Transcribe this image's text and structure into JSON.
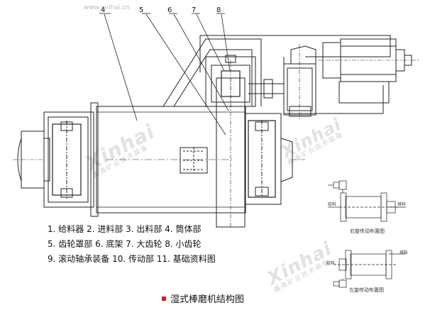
{
  "watermark": {
    "site_text": "www.xinhai.cn",
    "brand": "Xinhai",
    "brand_sub": "鑫海矿业技术装备"
  },
  "callouts": [
    "4",
    "5",
    "6",
    "7",
    "8"
  ],
  "legend": [
    "1. 给料器  2. 进料部  3. 出料部  4. 筒体部",
    "5. 齿轮罩部  6. 底架  7. 大齿轮  8. 小齿轮",
    "9. 滚动轴承装备  10. 传动部  11. 基础资料图"
  ],
  "right_layout_caption": "右旋传动布置图",
  "left_layout_caption": "左旋传动布置图",
  "small_labels": {
    "feed_top": "给料",
    "discharge_top": "排料",
    "feed_bottom": "给料",
    "discharge_bottom": "排料"
  },
  "caption": "湿式棒磨机结构图"
}
